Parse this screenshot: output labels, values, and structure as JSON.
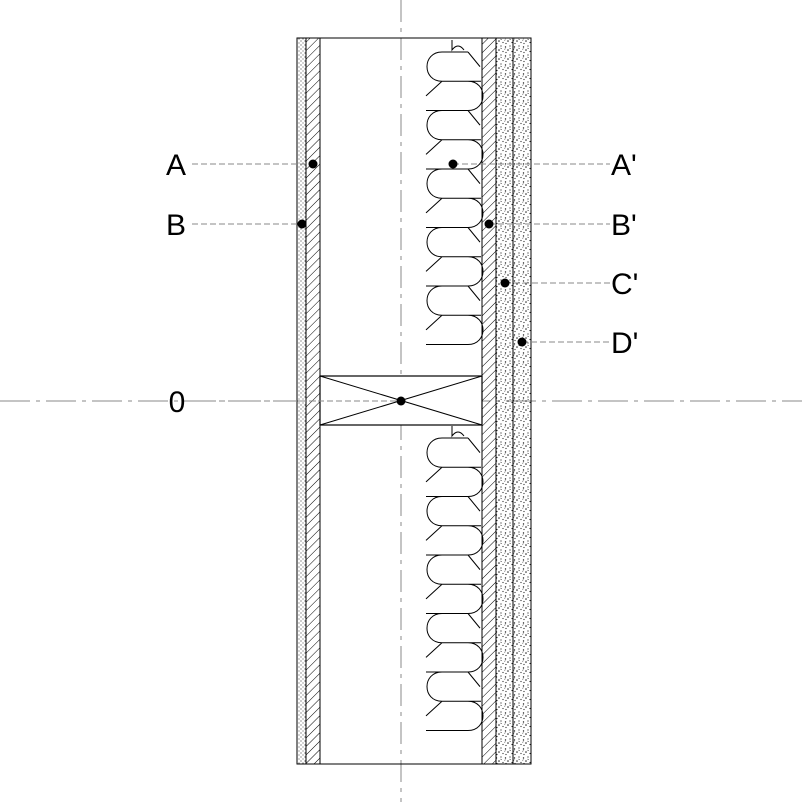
{
  "labels_left": [
    {
      "id": "A",
      "text": "A"
    },
    {
      "id": "B",
      "text": "B"
    },
    {
      "id": "0",
      "text": "0"
    }
  ],
  "labels_right": [
    {
      "id": "A-prime",
      "text": "A'"
    },
    {
      "id": "B-prime",
      "text": "B'"
    },
    {
      "id": "C-prime",
      "text": "C'"
    },
    {
      "id": "D-prime",
      "text": "D'"
    }
  ],
  "colors": {
    "line": "#000000",
    "dashed": "#888888",
    "background": "#ffffff"
  }
}
